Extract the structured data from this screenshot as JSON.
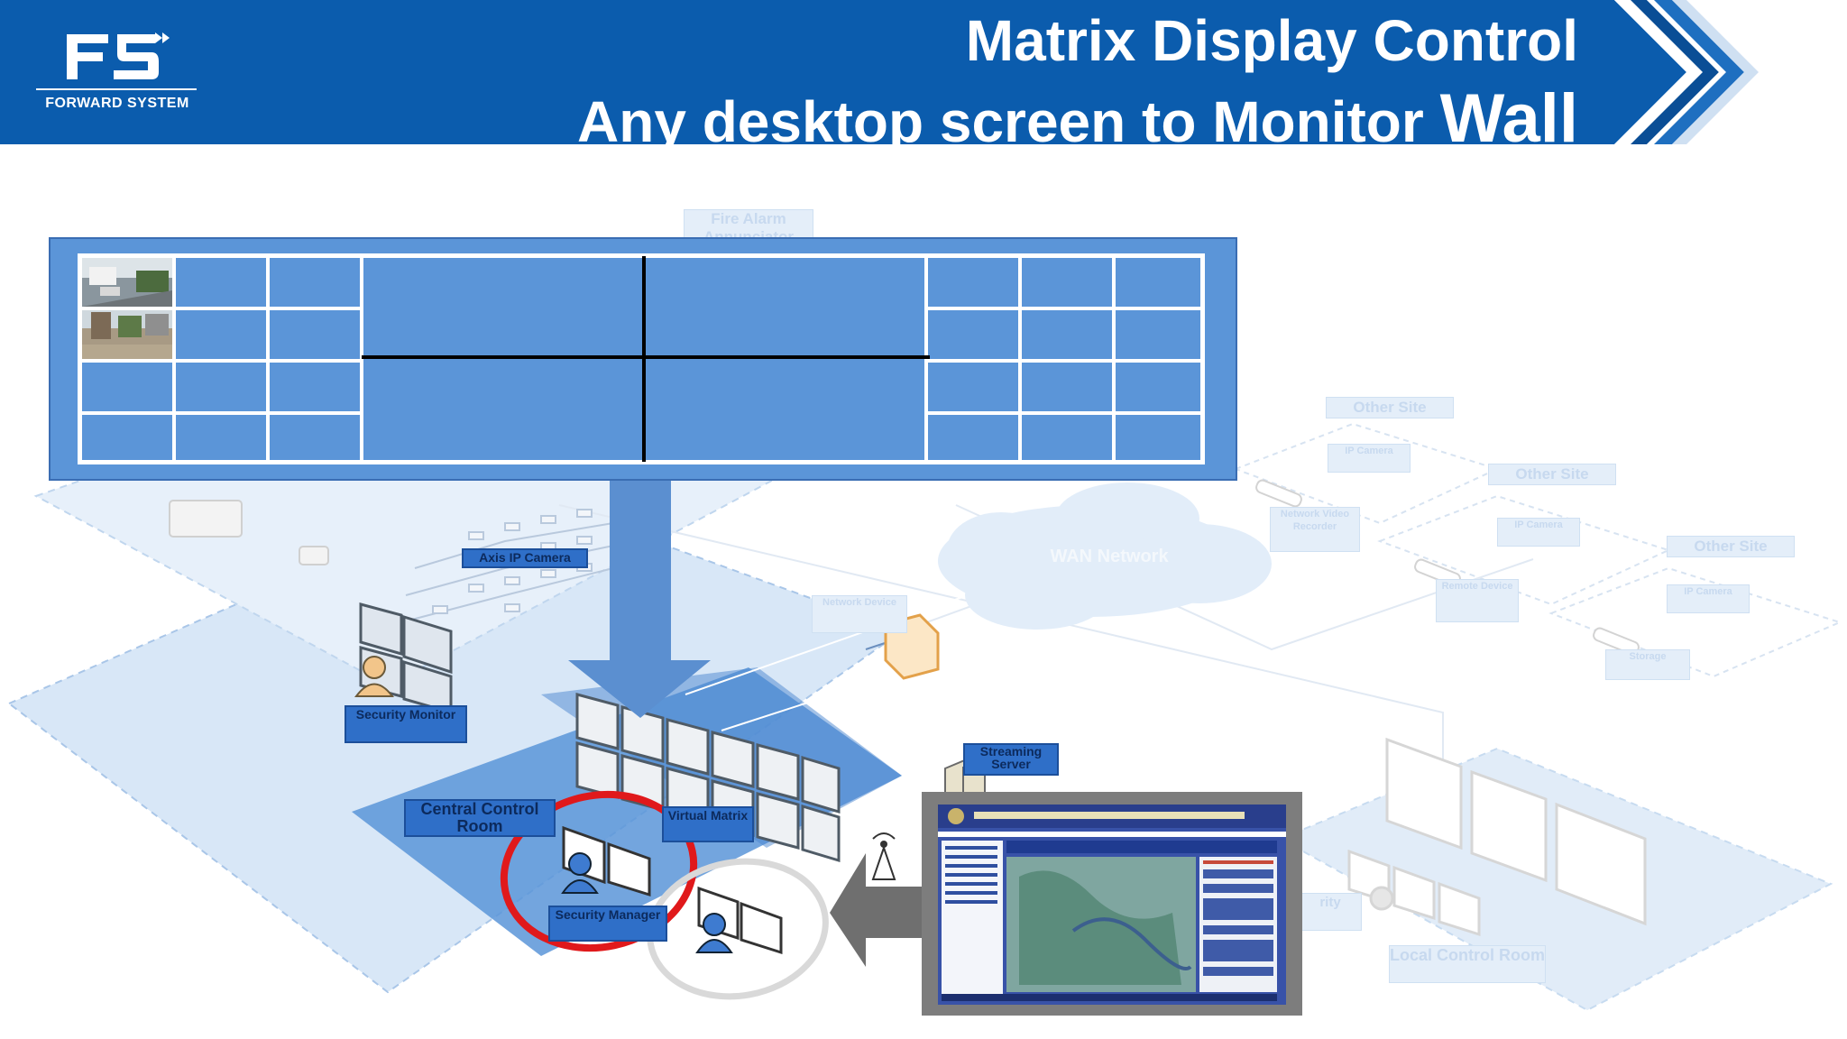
{
  "header": {
    "logo_text": "FS",
    "logo_caption": "FORWARD SYSTEM",
    "title_line1": "Matrix Display Control",
    "title_line2_prefix": "Any desktop screen to Monitor ",
    "title_line2_emph": "Wall",
    "colors": {
      "banner": "#0b5cad",
      "banner_dark": "#0a4e96",
      "chevron": "#1e6fc0"
    }
  },
  "diagram": {
    "labels": {
      "fire_alarm": "Fire Alarm",
      "fire_alarm_sub": "Annunciator",
      "axis_ip_camera": "Axis IP Camera",
      "security_monitor": "Security Monitor",
      "central_control_room": "Central Control Room",
      "virtual_matrix": "Virtual Matrix",
      "security_manager": "Security Manager",
      "streaming_server": "Streaming Server",
      "wan_network": "WAN Network",
      "other_site_1": "Other Site",
      "other_site_2": "Other Site",
      "other_site_3": "Other Site",
      "local_control_room": "Local Control Room",
      "security_partial": "rity",
      "network_device": "Network Device",
      "remote_device": "Remote Device",
      "storage": "Storage",
      "ip_camera_faint": "IP Camera",
      "network_video_recorder": "Network Video Recorder"
    },
    "colors": {
      "wall": "#5b95d8",
      "floor": "#d5e6f7",
      "floor_dark": "#5b95d8",
      "highlight_red": "#e0191b",
      "highlight_gray": "#d9d9d9",
      "arrow_blue": "#5b8fd0",
      "arrow_gray": "#6f6f6f"
    }
  }
}
